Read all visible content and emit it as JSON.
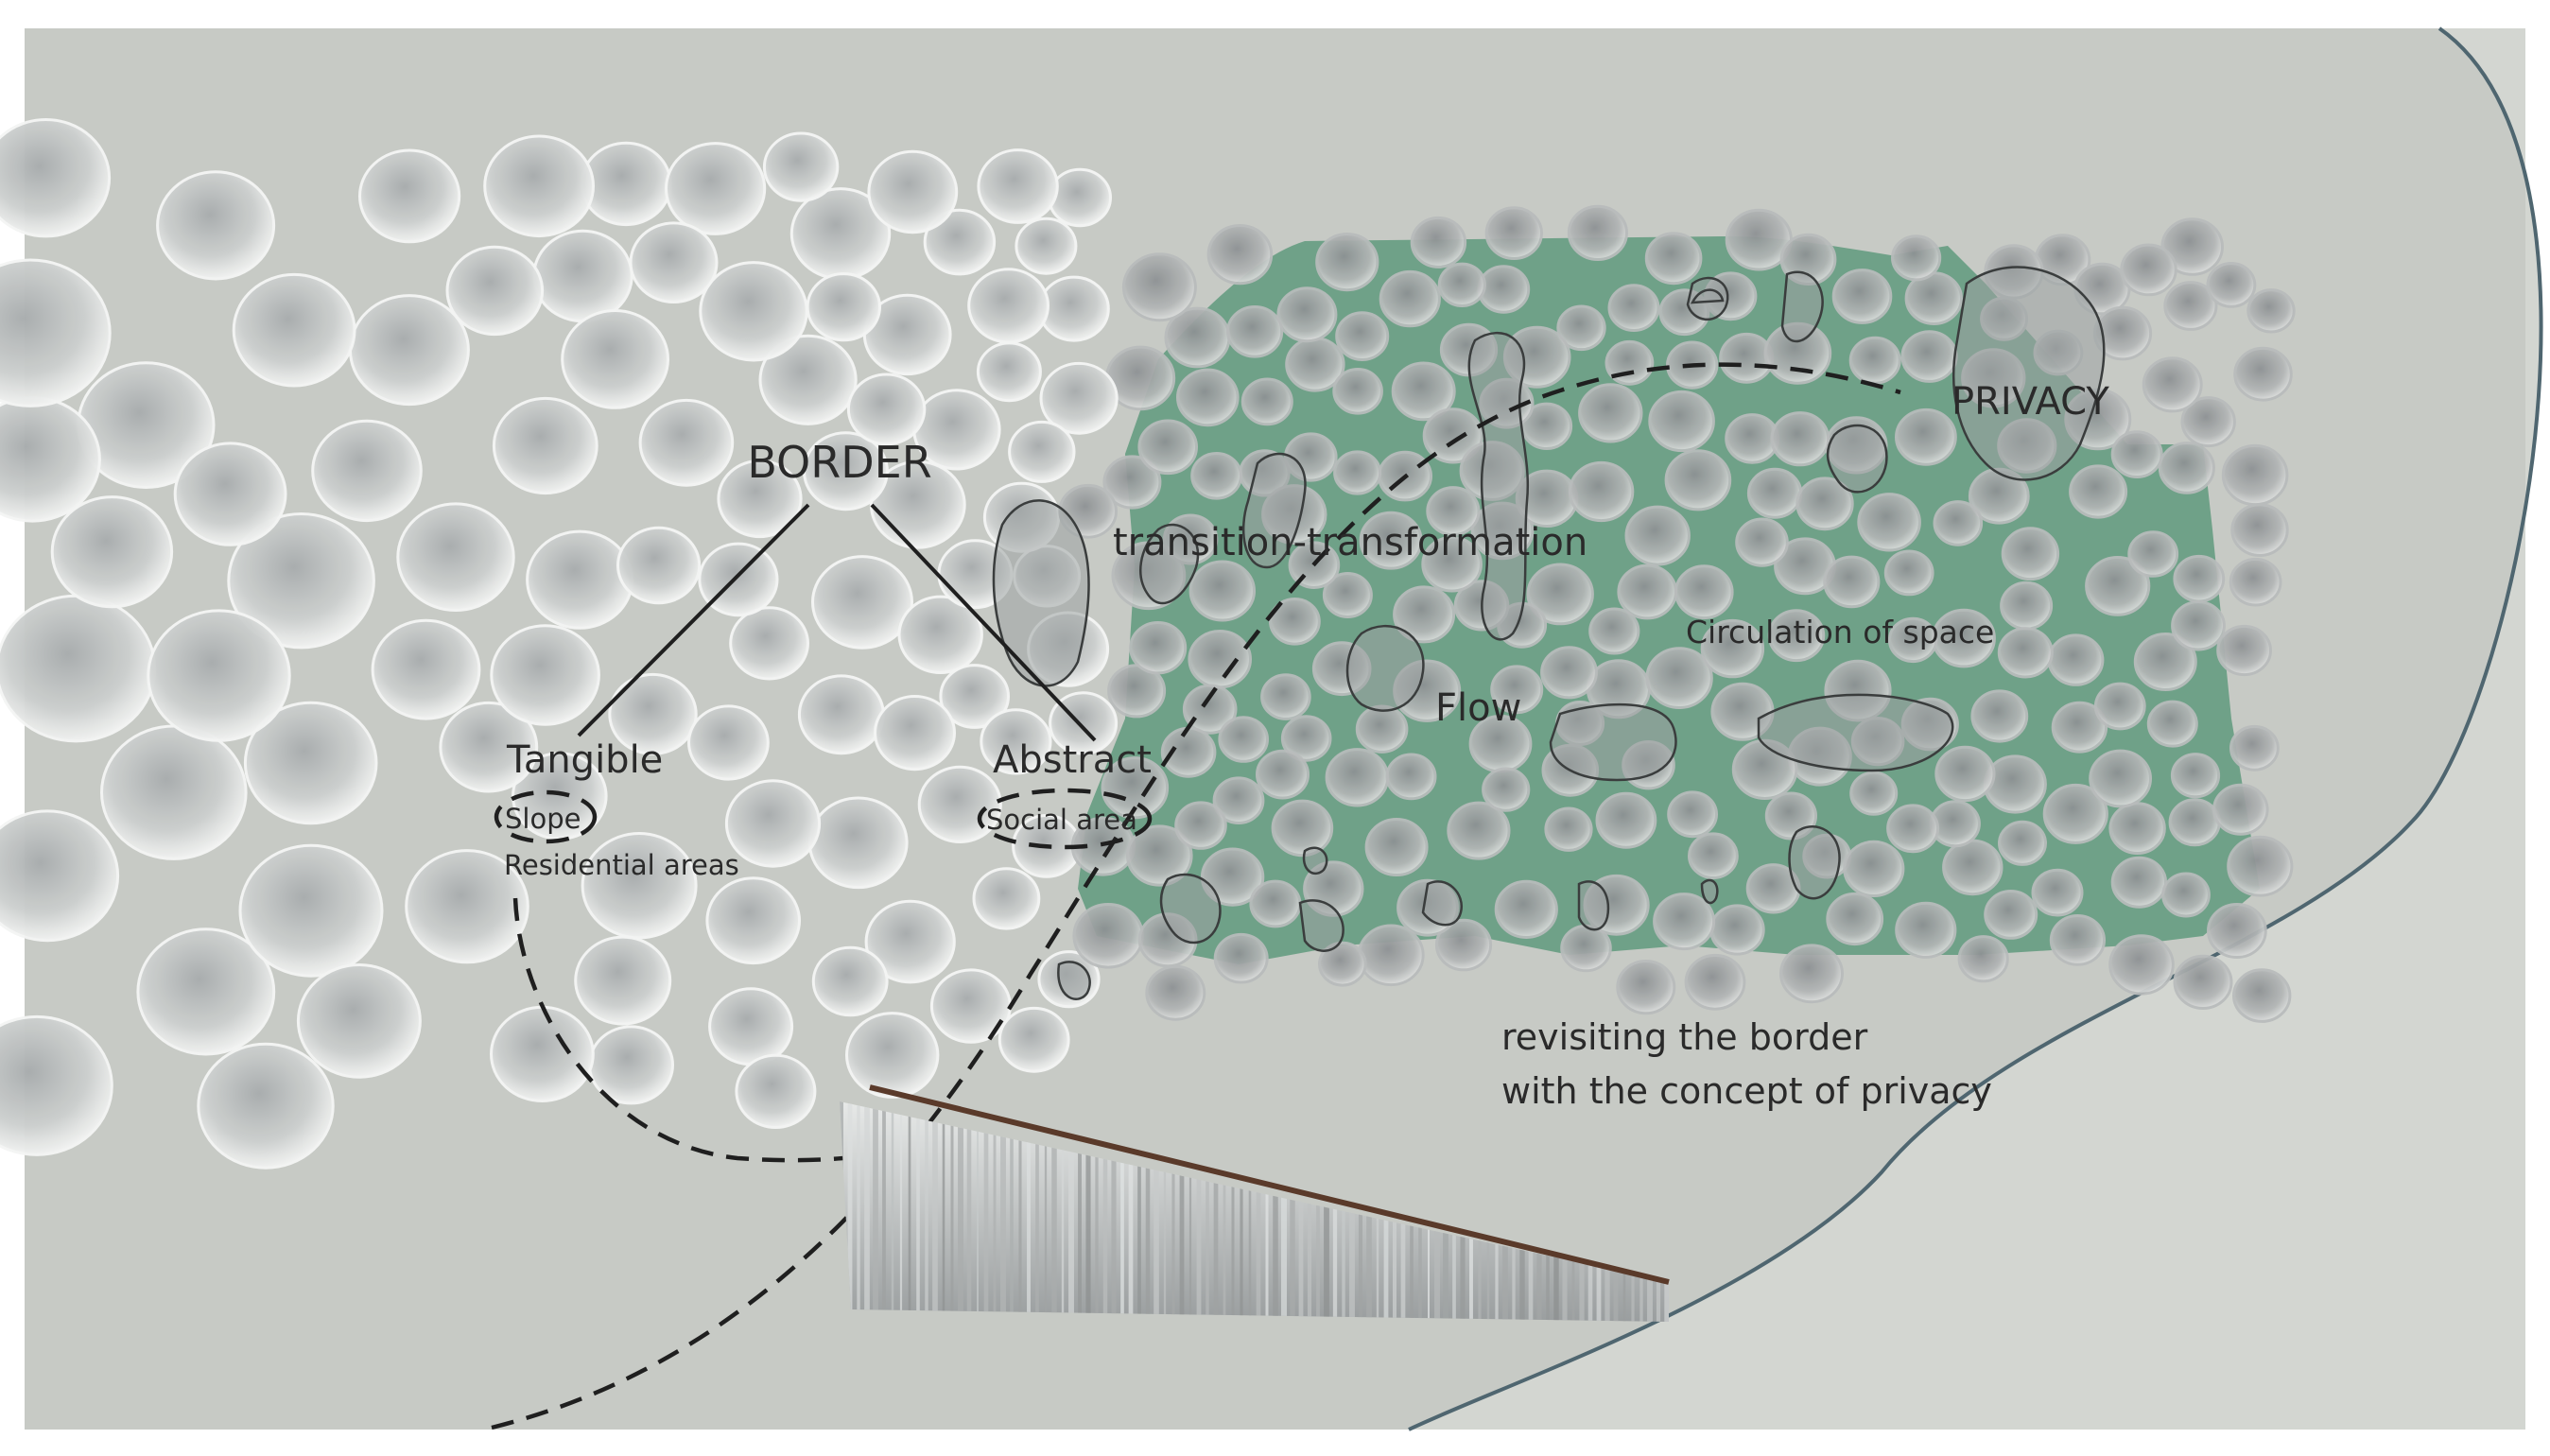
{
  "labels": {
    "border": "BORDER",
    "tangible": "Tangible",
    "abstract": "Abstract",
    "slope": "Slope",
    "residential": "Residential areas",
    "social": "Social area",
    "transition": "transition-transformation",
    "flow": "Flow",
    "circulation": "Circulation of space",
    "privacy": "PRIVACY",
    "note_line1": "revisiting the border",
    "note_line2": "with the concept of privacy"
  },
  "colors": {
    "background": "#b9bcb6",
    "inner_panel": "#c7cac5",
    "outer_curve_fill": "#d3d6d1",
    "curve_stroke": "#4f6670",
    "tube_light": "#eef0ef",
    "tube_mid": "#cfd2d1",
    "tube_dark": "#9ea2a3",
    "green_zone": "#5f9a7c",
    "text": "#2a2a2a",
    "slope_line": "#5a3a2a"
  }
}
